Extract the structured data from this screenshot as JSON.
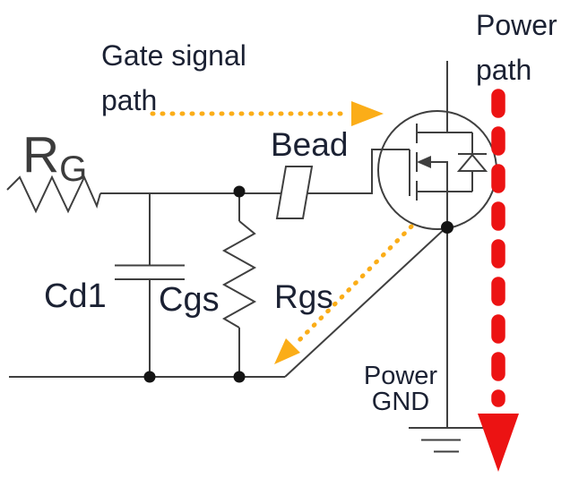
{
  "labels": {
    "gate_signal_path": {
      "line1": "Gate signal",
      "line2": "path"
    },
    "power_path": {
      "line1": "Power",
      "line2": "path"
    },
    "bead": "Bead",
    "rg": {
      "main": "R",
      "sub": "G"
    },
    "cd1": "Cd1",
    "cgs": "Cgs",
    "rgs": "Rgs",
    "power_gnd": {
      "line1": "Power",
      "line2": "GND"
    }
  },
  "colors": {
    "gate_path_orange": "#FBAD18",
    "power_path_red": "#EC1313",
    "wire": "#3F3F3F",
    "junction_dot": "#141414",
    "label_text": "#1B2133",
    "rg_text": "#3C3C3C",
    "background": "#FFFFFF"
  },
  "icons": {
    "gate_signal_arrow": "orange-dotted-arrow-right",
    "gate_return_arrow": "orange-dotted-arrow-down-left",
    "power_path_arrow": "red-dashed-arrow-down",
    "mosfet": "n-channel-mosfet-with-body-diode",
    "ground": "earth-ground-symbol"
  }
}
